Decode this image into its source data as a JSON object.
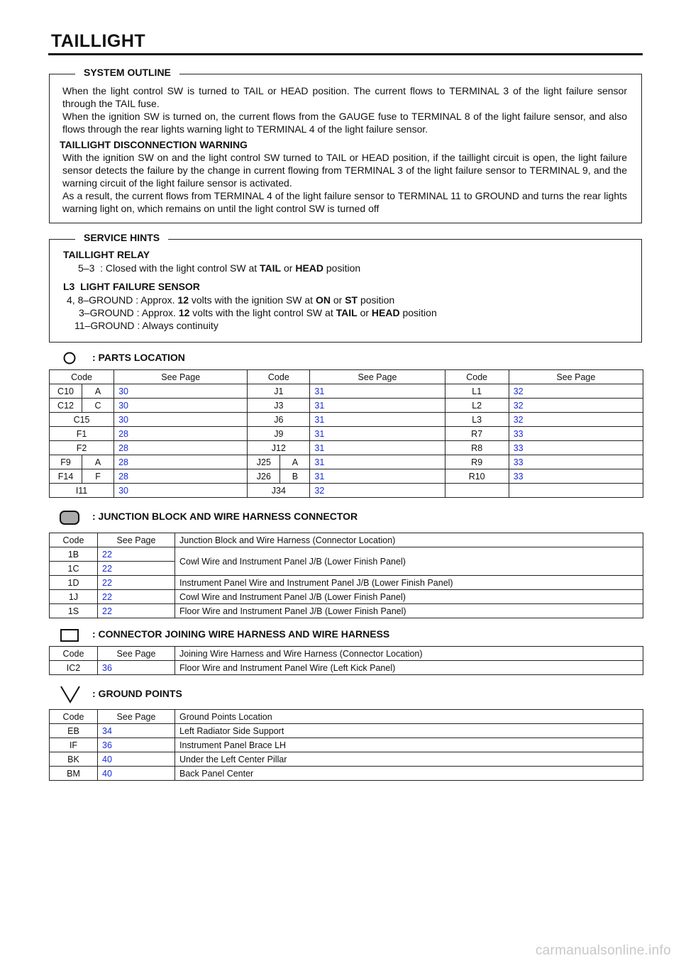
{
  "page_title": "TAILLIGHT",
  "system_outline": {
    "label": "SYSTEM OUTLINE",
    "para1": "When the light control SW is turned to TAIL or HEAD position. The current flows to TERMINAL 3 of the light failure sensor through the TAIL fuse.",
    "para2": "When the ignition SW is turned on, the current flows from the GAUGE fuse to TERMINAL 8 of the light failure sensor, and also flows through the rear lights warning light to TERMINAL 4 of the light failure sensor.",
    "subheading": "TAILLIGHT DISCONNECTION WARNING",
    "para3": "With the ignition SW on and the light control SW turned to TAIL or HEAD position, if the taillight circuit is open, the light failure sensor detects the failure by the change in current flowing from TERMINAL 3 of the light failure sensor to TERMINAL 9, and the warning circuit of the light failure sensor is activated.",
    "para4": "As a result, the current flows from TERMINAL 4 of the light failure sensor to TERMINAL 11 to GROUND and turns the rear lights warning light on, which remains on until the light control SW is turned off"
  },
  "service_hints": {
    "label": "SERVICE HINTS",
    "relay_heading": "TAILLIGHT RELAY",
    "relay_line": {
      "prefix": "5–3  : Closed with the light control SW at ",
      "b1": "TAIL",
      "mid": " or ",
      "b2": "HEAD",
      "suffix": " position"
    },
    "sensor_heading": "L3  LIGHT FAILURE SENSOR",
    "sensor_line1": {
      "prefix": "4, 8–GROUND : Approx. ",
      "b1": "12",
      "mid1": " volts with the ignition SW at ",
      "b2": "ON",
      "mid2": " or ",
      "b3": "ST",
      "suffix": " position"
    },
    "sensor_line2": {
      "prefix": "3–GROUND : Approx. ",
      "b1": "12",
      "mid1": " volts with the light control SW at ",
      "b2": "TAIL",
      "mid2": " or ",
      "b3": "HEAD",
      "suffix": " position"
    },
    "sensor_line3": "11–GROUND : Always continuity"
  },
  "parts_location": {
    "heading": ": PARTS LOCATION",
    "headers": [
      "Code",
      "See Page",
      "Code",
      "See Page",
      "Code",
      "See Page"
    ],
    "rows": [
      [
        "C10",
        "A",
        "30",
        "J1",
        "",
        "31",
        "L1",
        "32"
      ],
      [
        "C12",
        "C",
        "30",
        "J3",
        "",
        "31",
        "L2",
        "32"
      ],
      [
        "C15",
        "",
        "30",
        "J6",
        "",
        "31",
        "L3",
        "32"
      ],
      [
        "F1",
        "",
        "28",
        "J9",
        "",
        "31",
        "R7",
        "33"
      ],
      [
        "F2",
        "",
        "28",
        "J12",
        "",
        "31",
        "R8",
        "33"
      ],
      [
        "F9",
        "A",
        "28",
        "J25",
        "A",
        "31",
        "R9",
        "33"
      ],
      [
        "F14",
        "F",
        "28",
        "J26",
        "B",
        "31",
        "R10",
        "33"
      ],
      [
        "I11",
        "",
        "30",
        "J34",
        "",
        "32",
        "",
        ""
      ]
    ]
  },
  "junction_block": {
    "heading": ": JUNCTION BLOCK AND WIRE HARNESS CONNECTOR",
    "headers": [
      "Code",
      "See Page",
      "Junction Block and Wire Harness (Connector Location)"
    ],
    "rows": [
      [
        "1B",
        "22",
        "Cowl Wire and Instrument Panel J/B (Lower Finish Panel)"
      ],
      [
        "1C",
        "22",
        ""
      ],
      [
        "1D",
        "22",
        "Instrument Panel Wire and Instrument Panel J/B (Lower Finish Panel)"
      ],
      [
        "1J",
        "22",
        "Cowl Wire and Instrument Panel J/B (Lower Finish Panel)"
      ],
      [
        "1S",
        "22",
        "Floor Wire and Instrument Panel J/B (Lower Finish Panel)"
      ]
    ]
  },
  "connector_joining": {
    "heading": ": CONNECTOR JOINING WIRE HARNESS AND WIRE HARNESS",
    "headers": [
      "Code",
      "See Page",
      "Joining Wire Harness and Wire Harness (Connector Location)"
    ],
    "rows": [
      [
        "IC2",
        "36",
        "Floor Wire and Instrument Panel Wire (Left Kick Panel)"
      ]
    ]
  },
  "ground_points": {
    "heading": ": GROUND POINTS",
    "headers": [
      "Code",
      "See Page",
      "Ground Points Location"
    ],
    "rows": [
      [
        "EB",
        "34",
        "Left Radiator Side Support"
      ],
      [
        "IF",
        "36",
        "Instrument Panel Brace LH"
      ],
      [
        "BK",
        "40",
        "Under the Left Center Pillar"
      ],
      [
        "BM",
        "40",
        "Back Panel Center"
      ]
    ]
  },
  "watermark": "carmanualsonline.info",
  "colors": {
    "link": "#1a2bd6",
    "text": "#111111"
  }
}
